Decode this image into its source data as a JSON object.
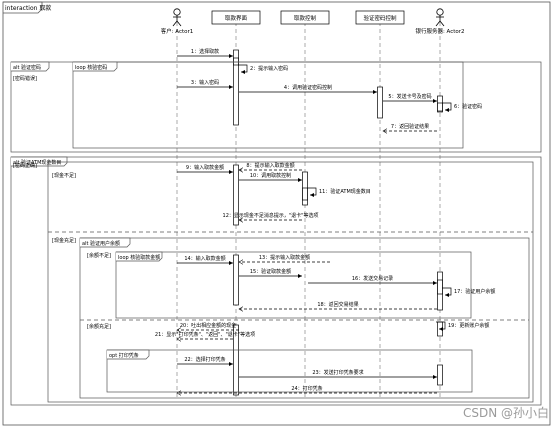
{
  "frame_title": "interaction 取款",
  "actors": [
    {
      "id": "a1",
      "label": "客户: Actor1",
      "kind": "actor"
    },
    {
      "id": "l1",
      "label": "取款界面",
      "kind": "box"
    },
    {
      "id": "l2",
      "label": "取款控制",
      "kind": "box"
    },
    {
      "id": "l3",
      "label": "验证密码控制",
      "kind": "box"
    },
    {
      "id": "a2",
      "label": "银行服务器: Actor2",
      "kind": "actor"
    }
  ],
  "fragments": {
    "alt_pwd": {
      "tag": "alt 验证密码",
      "guard": "[密码错误]"
    },
    "loop_pwd": {
      "tag": "loop 核验密码"
    },
    "alt_atm": {
      "tag": "alt 验证ATM现金数目",
      "guard": "[密码正确]"
    },
    "cash_short": {
      "guard": "[现金不足]"
    },
    "cash_ok": {
      "guard": "[现金充足]"
    },
    "alt_bal": {
      "tag": "alt 验证用户余额"
    },
    "bal_short": {
      "guard": "[余额不足]"
    },
    "loop_amt": {
      "tag": "loop 核验取款金额"
    },
    "bal_ok": {
      "guard": "[余额充足]"
    },
    "opt_print": {
      "tag": "opt 打印凭条"
    }
  },
  "messages": [
    {
      "id": "m1",
      "label": "1：选择取款"
    },
    {
      "id": "m2",
      "label": "2：提示输入密码"
    },
    {
      "id": "m3",
      "label": "3：输入密码"
    },
    {
      "id": "m4",
      "label": "4：调用验证密码控制"
    },
    {
      "id": "m5",
      "label": "5：发送卡号及密码"
    },
    {
      "id": "m6",
      "label": "6：验证密码"
    },
    {
      "id": "m7",
      "label": "7：返回验证结果"
    },
    {
      "id": "m8",
      "label": "8：提示输入取款金额"
    },
    {
      "id": "m9",
      "label": "9：输入取款金额"
    },
    {
      "id": "m10",
      "label": "10：调用取款控制"
    },
    {
      "id": "m11",
      "label": "11：验证ATM现金数目"
    },
    {
      "id": "m12",
      "label": "12：显示现金不足消息提示，\"退卡\"等选项"
    },
    {
      "id": "m13",
      "label": "13：提示输入取款金额"
    },
    {
      "id": "m14",
      "label": "14：输入取款金额"
    },
    {
      "id": "m15",
      "label": "15：验证取款金额"
    },
    {
      "id": "m16",
      "label": "16：发送交易记录"
    },
    {
      "id": "m17",
      "label": "17：验证用户余额"
    },
    {
      "id": "m18",
      "label": "18：返回交易结果"
    },
    {
      "id": "m19",
      "label": "19：更新账户余额"
    },
    {
      "id": "m20",
      "label": "20：吐出相应金额的现金"
    },
    {
      "id": "m21",
      "label": "21：显示\"打印凭条\"、\"返回\"、\"退卡\"等选项"
    },
    {
      "id": "m22",
      "label": "22：选择打印凭条"
    },
    {
      "id": "m23",
      "label": "23：发送打印凭条要求"
    },
    {
      "id": "m24",
      "label": "24：打印凭条"
    }
  ],
  "watermark": "CSDN @孙小白"
}
